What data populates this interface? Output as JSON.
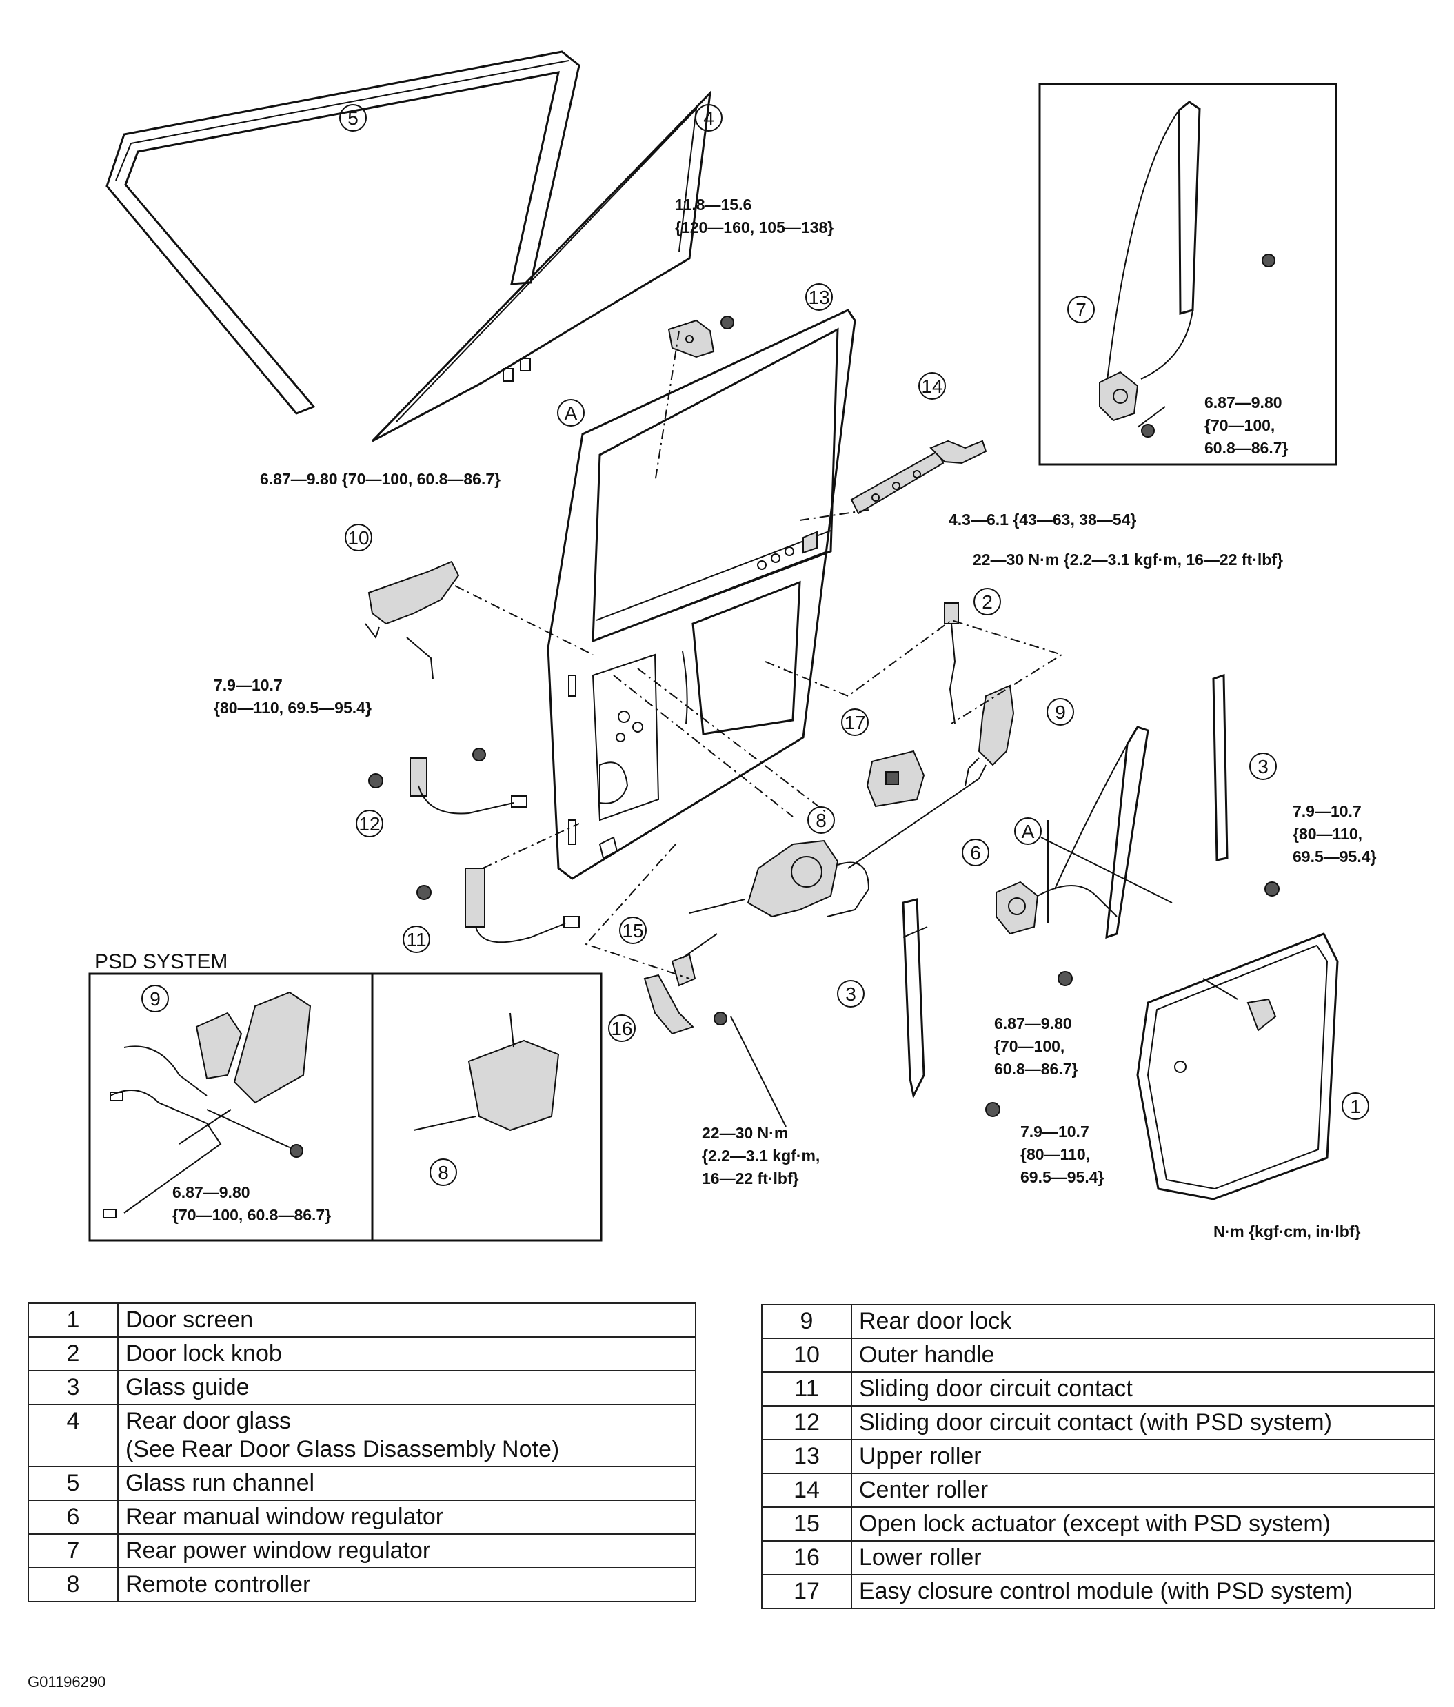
{
  "diagram": {
    "psd_title": "PSD SYSTEM",
    "units_note": "N·m {kgf·cm, in·lbf}",
    "ref_letter": "A",
    "callouts": [
      "1",
      "2",
      "3",
      "4",
      "5",
      "6",
      "7",
      "8",
      "9",
      "10",
      "11",
      "12",
      "13",
      "14",
      "15",
      "16",
      "17"
    ],
    "torques": {
      "t_upper_roller": [
        "11.8—15.6",
        "{120—160, 105—138}"
      ],
      "t_glass": "6.87—9.80 {70—100, 60.8—86.7}",
      "t_center": "4.3—6.1 {43—63, 38—54}",
      "t_lock": "22—30 N·m {2.2—3.1 kgf·m, 16—22 ft·lbf}",
      "t_handle": [
        "7.9—10.7",
        "{80—110, 69.5—95.4}"
      ],
      "t_power_reg": [
        "6.87—9.80",
        "{70—100,",
        "60.8—86.7}"
      ],
      "t_guide_right": [
        "7.9—10.7",
        "{80—110,",
        "69.5—95.4}"
      ],
      "t_manual_reg": [
        "6.87—9.80",
        "{70—100,",
        "60.8—86.7}"
      ],
      "t_lower": [
        "22—30 N·m",
        "{2.2—3.1 kgf·m,",
        "16—22 ft·lbf}"
      ],
      "t_guide_lower": [
        "7.9—10.7",
        "{80—110,",
        "69.5—95.4}"
      ],
      "t_psd": [
        "6.87—9.80",
        "{70—100, 60.8—86.7}"
      ]
    }
  },
  "legend_left": [
    {
      "num": "1",
      "name": "Door screen"
    },
    {
      "num": "2",
      "name": "Door lock knob"
    },
    {
      "num": "3",
      "name": "Glass guide"
    },
    {
      "num": "4",
      "name": "Rear door glass\n(See Rear Door Glass Disassembly Note)"
    },
    {
      "num": "5",
      "name": "Glass run channel"
    },
    {
      "num": "6",
      "name": "Rear manual window regulator"
    },
    {
      "num": "7",
      "name": "Rear power window regulator"
    },
    {
      "num": "8",
      "name": "Remote controller"
    }
  ],
  "legend_right": [
    {
      "num": "9",
      "name": "Rear door lock"
    },
    {
      "num": "10",
      "name": "Outer handle"
    },
    {
      "num": "11",
      "name": "Sliding door circuit contact"
    },
    {
      "num": "12",
      "name": "Sliding door circuit contact (with PSD system)"
    },
    {
      "num": "13",
      "name": "Upper roller"
    },
    {
      "num": "14",
      "name": "Center roller"
    },
    {
      "num": "15",
      "name": "Open lock actuator (except with PSD system)"
    },
    {
      "num": "16",
      "name": "Lower roller"
    },
    {
      "num": "17",
      "name": "Easy closure control module (with PSD system)"
    }
  ],
  "figure_code": "G01196290"
}
